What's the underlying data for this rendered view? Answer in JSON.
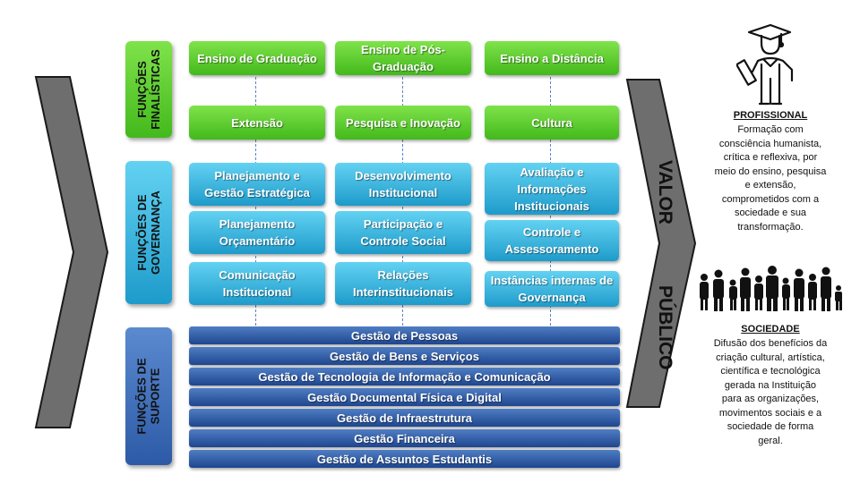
{
  "labels": {
    "finalisticas": "FUNÇÕES\nFINALÍSTICAS",
    "governanca": "FUNÇÕES DE\nGOVERNANÇA",
    "suporte": "FUNÇÕES DE\nSUPORTE"
  },
  "finalisticas": [
    "Ensino de Graduação",
    "Ensino de Pós-\nGraduação",
    "Ensino a Distância",
    "Extensão",
    "Pesquisa e Inovação",
    "Cultura"
  ],
  "governanca": [
    "Planejamento e\nGestão Estratégica",
    "Desenvolvimento\nInstitucional",
    "Avaliação e\nInformações\nInstitucionais",
    "Planejamento\nOrçamentário",
    "Participação e\nControle Social",
    "Controle e\nAssessoramento",
    "Comunicação\nInstitucional",
    "Relações\nInterinstitucionais",
    "Instâncias internas de\nGovernança"
  ],
  "suporte": [
    "Gestão de Pessoas",
    "Gestão de Bens e Serviços",
    "Gestão de Tecnologia de Informação e Comunicação",
    "Gestão Documental Física e Digital",
    "Gestão de Infraestrutura",
    "Gestão Financeira",
    "Gestão de Assuntos Estudantis"
  ],
  "arrow": {
    "word1": "VALOR",
    "word2": "PÚBLICO"
  },
  "profissional": {
    "title": "PROFISSIONAL",
    "text": "Formação com\nconsciência humanista,\ncrítica e reflexiva, por\nmeio do ensino, pesquisa\ne extensão,\ncomprometidos com a\nsociedade e sua\ntransformação."
  },
  "sociedade": {
    "title": "SOCIEDADE",
    "text": "Difusão dos benefícios da\ncriação cultural, artística,\ncientífica e tecnológica\ngerada na Instituição\npara  as organizações,\nmovimentos sociais e a\nsociedade de forma\ngeral."
  },
  "icons": {
    "graduate": "graduate-icon",
    "crowd": "crowd-icon"
  },
  "colors": {
    "green": "#4cc021",
    "blue": "#2aa9d6",
    "navy": "#264f97",
    "arrow": "#6e6e6e"
  }
}
